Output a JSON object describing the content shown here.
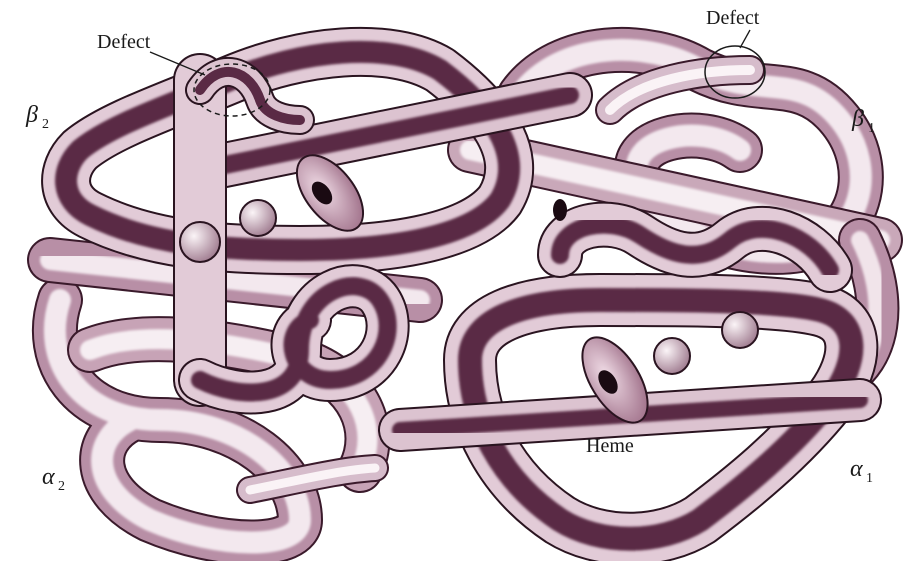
{
  "labels": {
    "defect_left": "Defect",
    "defect_right": "Defect",
    "heme": "Heme",
    "beta": "β",
    "alpha": "α",
    "sub_1": "1",
    "sub_2": "2"
  },
  "colors": {
    "dark_tube_core": "#5a2a45",
    "dark_tube_edge": "#d9bfcd",
    "light_tube_core": "#f3e8ee",
    "light_tube_edge": "#b88fa6",
    "heme_disc": "#c99ab0",
    "heme_iron": "#1a0a12",
    "outline": "#2a1420"
  },
  "subunits": {
    "beta_2": "dark",
    "beta_1": "light",
    "alpha_2": "light",
    "alpha_1": "dark"
  }
}
